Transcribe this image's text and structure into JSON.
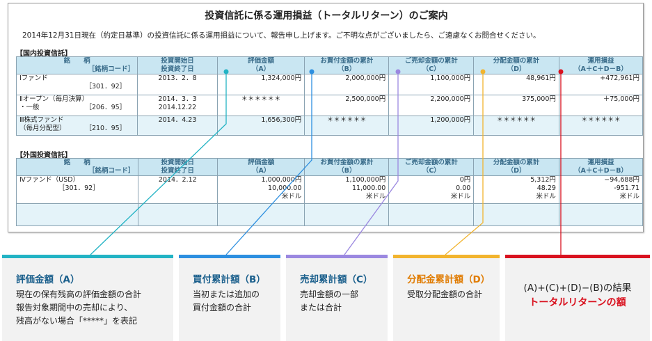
{
  "title": "投資信託に係る運用損益（トータルリターン）のご案内",
  "intro": "2014年12月31日現在（約定日基準）の投資信託に係る運用損益について、報告申し上げます。ご不明な点がございましたら、ご遠慮なくお問合せください。",
  "domestic": {
    "label": "【国内投資信託】",
    "headers": [
      {
        "l1": "銘　　柄",
        "l2": "［銘柄コード］"
      },
      {
        "l1": "投資開始日",
        "l2": "投資終了日"
      },
      {
        "l1": "評価金額",
        "l2": "（A）"
      },
      {
        "l1": "お買付金額の累計",
        "l2": "（B）"
      },
      {
        "l1": "ご売却金額の累計",
        "l2": "（C）"
      },
      {
        "l1": "分配金額の累計",
        "l2": "（D）"
      },
      {
        "l1": "運用損益",
        "l2": "（A＋C＋D－B）"
      }
    ],
    "rows": [
      {
        "name1": "Ⅰファンド",
        "name2": "",
        "code": "［301．92］",
        "start": "2013．2．8",
        "end": "",
        "a": "1,324,000円",
        "b": "2,000,000円",
        "c": "1,100,000円",
        "d": "48,961円",
        "pl": "+472,961円"
      },
      {
        "name1": "Ⅱオープン（毎月決算）",
        "name2": "・一般",
        "code": "［206．95］",
        "start": "2014．3．3",
        "end": "2014.12.22",
        "a": "＊＊＊＊＊＊",
        "b": "2,500,000円",
        "c": "2,200,000円",
        "d": "375,000円",
        "pl": "＋75,000円"
      },
      {
        "name1": "Ⅲ株式ファンド",
        "name2": "（毎月分配型）",
        "code": "［210．95］",
        "start": "2014．4.23",
        "end": "",
        "a": "1,656,300円",
        "b": "＊＊＊＊＊＊",
        "c": "1,200,000円",
        "d": "＊＊＊＊＊＊",
        "pl": "＊＊＊＊＊＊"
      }
    ]
  },
  "foreign": {
    "label": "【外国投資信託】",
    "headers": [
      {
        "l1": "銘　　柄",
        "l2": "［銘柄コード］"
      },
      {
        "l1": "投資開始日",
        "l2": "投資終了日"
      },
      {
        "l1": "評価金額",
        "l2": "（A）"
      },
      {
        "l1": "お買付金額の累計",
        "l2": "（B）"
      },
      {
        "l1": "ご売却金額の累計",
        "l2": "（C）"
      },
      {
        "l1": "分配金額の累計",
        "l2": "（D）"
      },
      {
        "l1": "運用損益",
        "l2": "（A＋C＋D－B）"
      }
    ],
    "row": {
      "name": "Ⅳファンド（USD）",
      "code": "［301．92］",
      "start": "2014．2.12",
      "a": [
        "1,000,000円",
        "10,000.00",
        "米ドル"
      ],
      "b": [
        "1,100,000円",
        "11,000.00",
        "米ドル"
      ],
      "c": [
        "0円",
        "0.00",
        "米ドル"
      ],
      "d": [
        "5,312円",
        "48.29",
        "米ドル"
      ],
      "pl": [
        "−94,688円",
        "-951.71",
        "米ドル"
      ]
    }
  },
  "boxes": [
    {
      "title": "評価金額（A）",
      "lines": [
        "現在の保有残高の評価金額の合計",
        "報告対象期間中の売却により、",
        "残高がない場合「*****」を表記"
      ],
      "color": "#22b3c4",
      "title_color": "#1a5f8c"
    },
    {
      "title": "買付累計額（B）",
      "lines": [
        "当初または追加の",
        "買付金額の合計"
      ],
      "color": "#2d8fe0",
      "title_color": "#1a5f8c"
    },
    {
      "title": "売却累計額（C）",
      "lines": [
        "売却金額の一部",
        "または合計"
      ],
      "color": "#9b88e0",
      "title_color": "#1a5f8c"
    },
    {
      "title": "分配金累計額（D）",
      "lines": [
        "受取分配金額の合計"
      ],
      "color": "#f2b42e",
      "title_color": "#e07b00"
    },
    {
      "title": "(A)+(C)+(D)−(B)の結果",
      "lines": [
        "トータルリターンの額"
      ],
      "color": "#d9121f",
      "title_color": "#222222",
      "emph_color": "#d9121f"
    }
  ]
}
